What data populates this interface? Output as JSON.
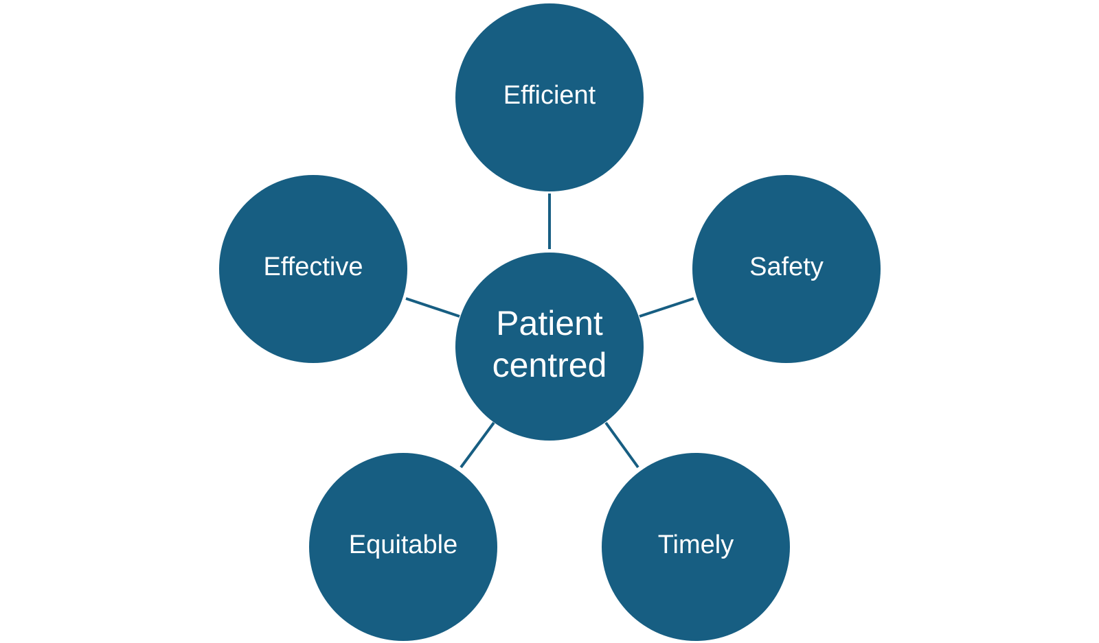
{
  "diagram": {
    "center": {
      "line1": "Patient",
      "line2": "centred"
    },
    "nodes": [
      {
        "label": "Efficient"
      },
      {
        "label": "Safety"
      },
      {
        "label": "Timely"
      },
      {
        "label": "Equitable"
      },
      {
        "label": "Effective"
      }
    ],
    "colors": {
      "circle_fill": "#175e82",
      "connector": "#175e82",
      "text": "#ffffff"
    }
  }
}
